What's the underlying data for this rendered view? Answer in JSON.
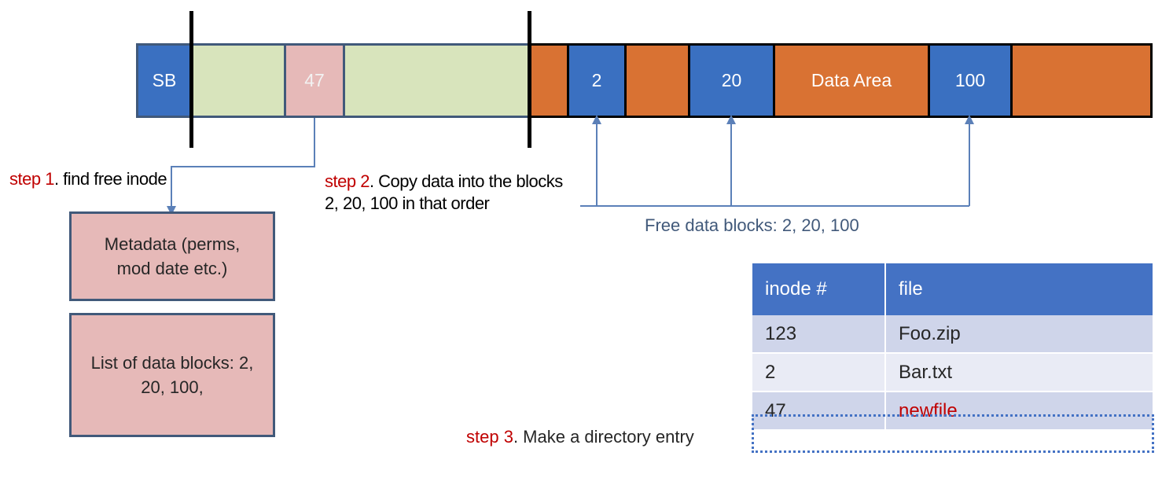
{
  "disk": {
    "superblock_label": "SB",
    "inode_label": "47",
    "data_blocks": [
      "2",
      "20",
      "100"
    ],
    "data_area_label": "Data Area"
  },
  "steps": [
    {
      "num": "step 1",
      "text": ". find free inode"
    },
    {
      "num": "step 2",
      "text": ". Copy data into the blocks 2, 20, 100 in that order"
    },
    {
      "num": "step 3",
      "text": ". Make a directory entry"
    }
  ],
  "free_blocks_label": "Free data blocks: 2, 20, 100",
  "inode_boxes": {
    "metadata": "Metadata (perms, mod date etc.)",
    "block_list": "List of data blocks: 2, 20, 100,"
  },
  "directory_table": {
    "headers": [
      "inode #",
      "file"
    ],
    "rows": [
      [
        "123",
        "Foo.zip"
      ],
      [
        "2",
        "Bar.txt"
      ],
      [
        "47",
        "newfile"
      ]
    ]
  },
  "colors": {
    "superblock": "#3a70c1",
    "inode_region": "#d8e4bc",
    "inode_cell": "#e6b9b8",
    "data_area": "#d97233",
    "data_block": "#3a70c1",
    "arrow": "#5b80b8",
    "highlight": "#c00000"
  }
}
